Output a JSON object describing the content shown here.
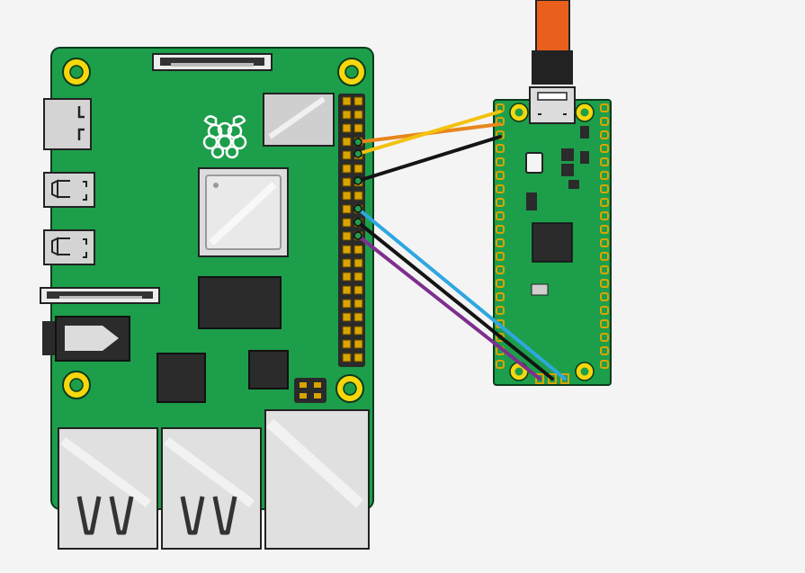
{
  "diagram": {
    "colors": {
      "background": "#f4f4f4",
      "pcb": "#1d9e4b",
      "pcb_outline": "#0c3a1c",
      "mounting_hole": "#f6d70c",
      "header_pin": "#2a2a2a",
      "pin_pad": "#d9a400",
      "chip": "#2b2b2b",
      "silver": "#cfcfcf",
      "usb_cable": "#e8601c"
    },
    "raspberry_pi": {
      "logo_icon": "raspberry-logo"
    },
    "pico": {},
    "wires": [
      {
        "id": "wire-orange",
        "color": "#e8861c"
      },
      {
        "id": "wire-yellow",
        "color": "#f3c20f"
      },
      {
        "id": "wire-black-top",
        "color": "#141414"
      },
      {
        "id": "wire-blue",
        "color": "#2ea7e0"
      },
      {
        "id": "wire-black-bottom",
        "color": "#141414"
      },
      {
        "id": "wire-purple",
        "color": "#7e2f8e"
      }
    ]
  }
}
